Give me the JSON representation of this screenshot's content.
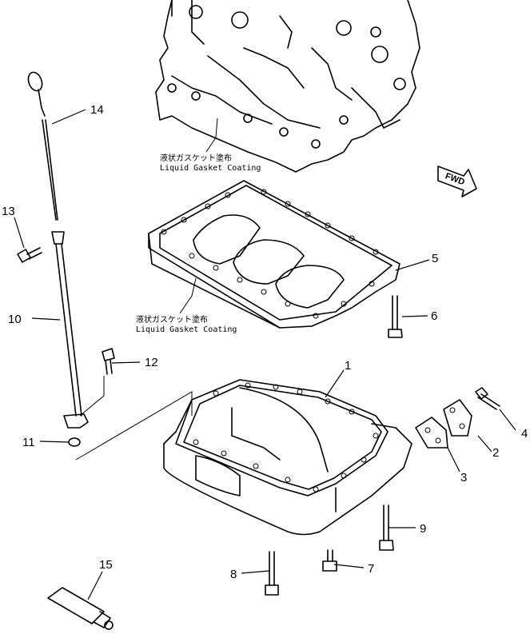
{
  "notes": {
    "upper_jp": "液状ガスケット塗布",
    "upper_en": "Liquid Gasket Coating",
    "lower_jp": "液状ガスケット塗布",
    "lower_en": "Liquid Gasket Coating"
  },
  "fwd_label": "FWD",
  "callouts": [
    "1",
    "2",
    "3",
    "4",
    "5",
    "6",
    "7",
    "8",
    "9",
    "10",
    "11",
    "12",
    "13",
    "14",
    "15"
  ]
}
